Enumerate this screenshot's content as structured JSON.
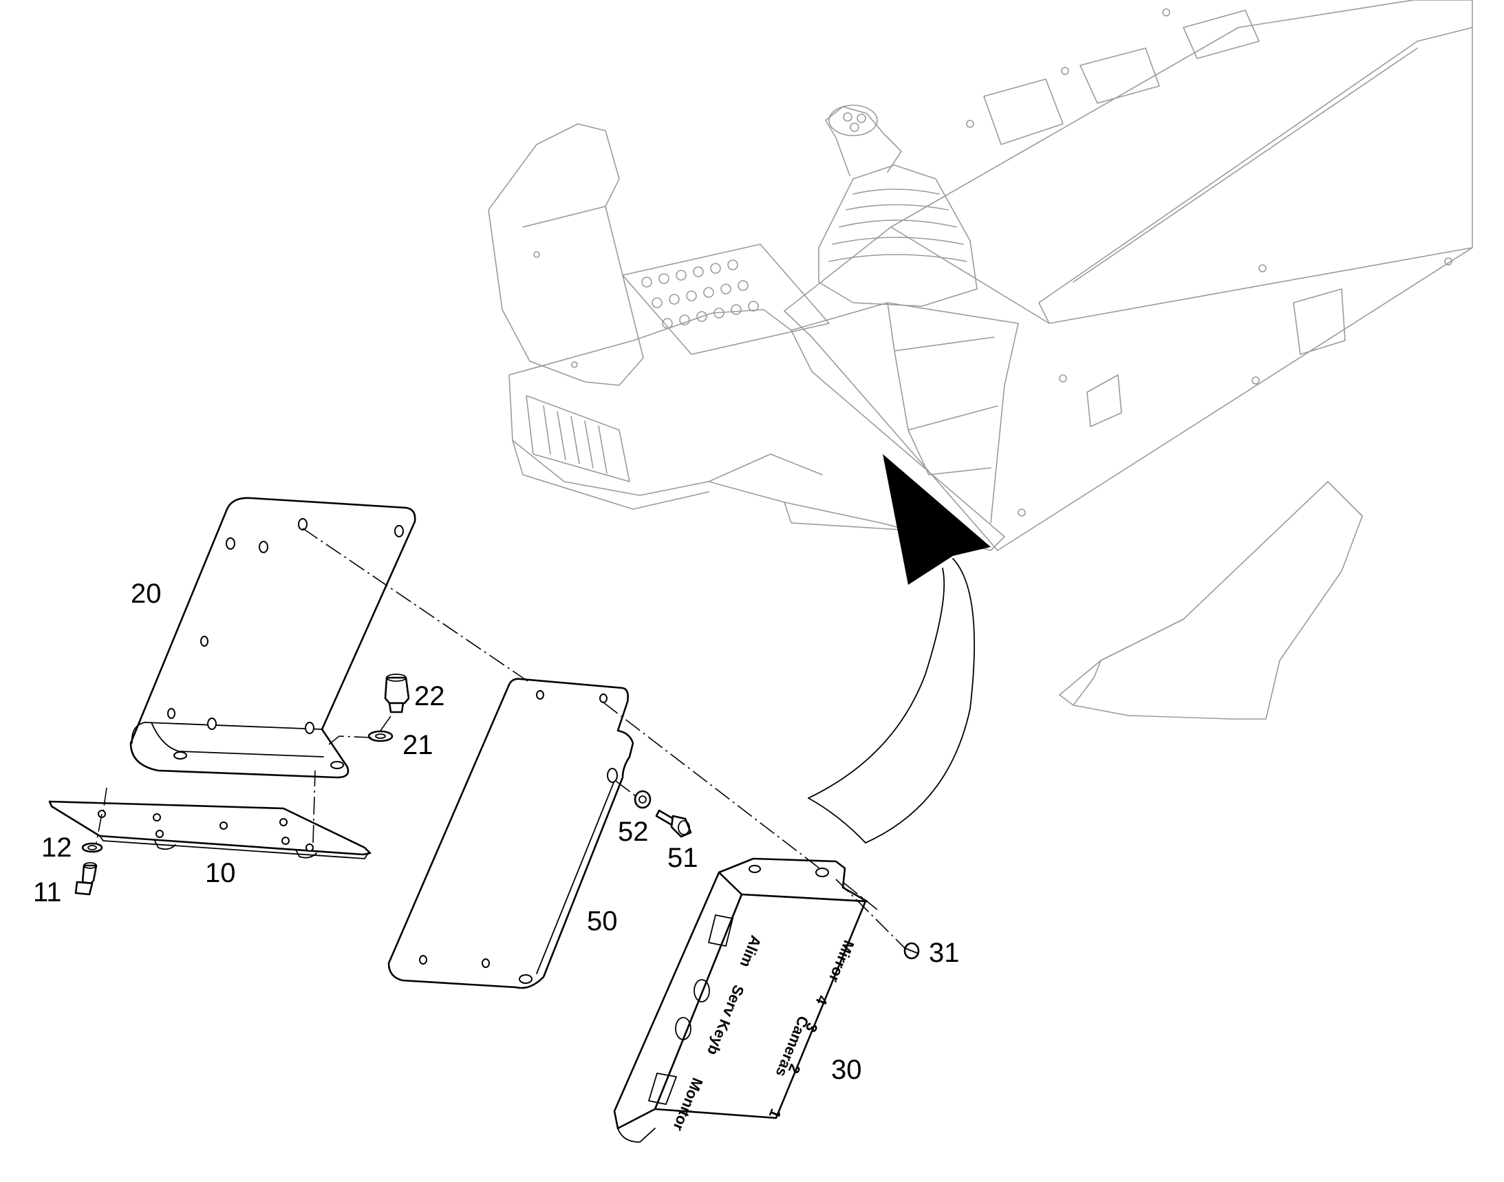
{
  "diagram": {
    "callouts": [
      {
        "id": "10",
        "text": "10"
      },
      {
        "id": "11",
        "text": "11"
      },
      {
        "id": "12",
        "text": "12"
      },
      {
        "id": "20",
        "text": "20"
      },
      {
        "id": "21",
        "text": "21"
      },
      {
        "id": "22",
        "text": "22"
      },
      {
        "id": "30",
        "text": "30"
      },
      {
        "id": "31",
        "text": "31"
      },
      {
        "id": "50",
        "text": "50"
      },
      {
        "id": "51",
        "text": "51"
      },
      {
        "id": "52",
        "text": "52"
      }
    ],
    "box_labels": {
      "mirror": "Mirror",
      "cameras": "Cameras",
      "alim": "Alim",
      "serv_keyb": "Serv Keyb",
      "monitor": "Monitor",
      "port_4": "4",
      "port_3": "3",
      "port_2": "2",
      "port_1": "1"
    }
  }
}
